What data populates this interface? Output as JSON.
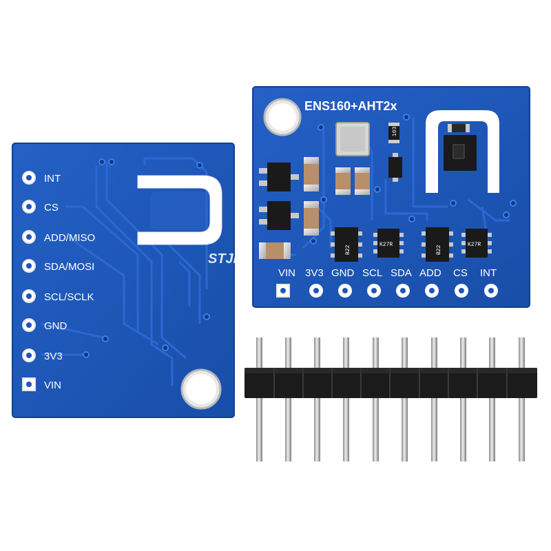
{
  "back_board": {
    "pins": [
      "INT",
      "CS",
      "ADD/MISO",
      "SDA/MOSI",
      "SCL/SCLK",
      "GND",
      "3V3",
      "VIN"
    ]
  },
  "front_board": {
    "title": "ENS160+AHT2x",
    "pins": [
      "VIN",
      "3V3",
      "GND",
      "SCL",
      "SDA",
      "ADD",
      "CS",
      "INT"
    ],
    "chip_codes": [
      "B22",
      "B22",
      "K27R",
      "K27R",
      "103"
    ]
  },
  "watermark": "STJF",
  "colors": {
    "pcb_blue": "#1f55b8",
    "pcb_dark": "#143f94",
    "trace": "#2a66cc",
    "pad": "#d9d9d9",
    "header_black": "#1a1a1a",
    "pin_silver": "#b8b8b8"
  }
}
